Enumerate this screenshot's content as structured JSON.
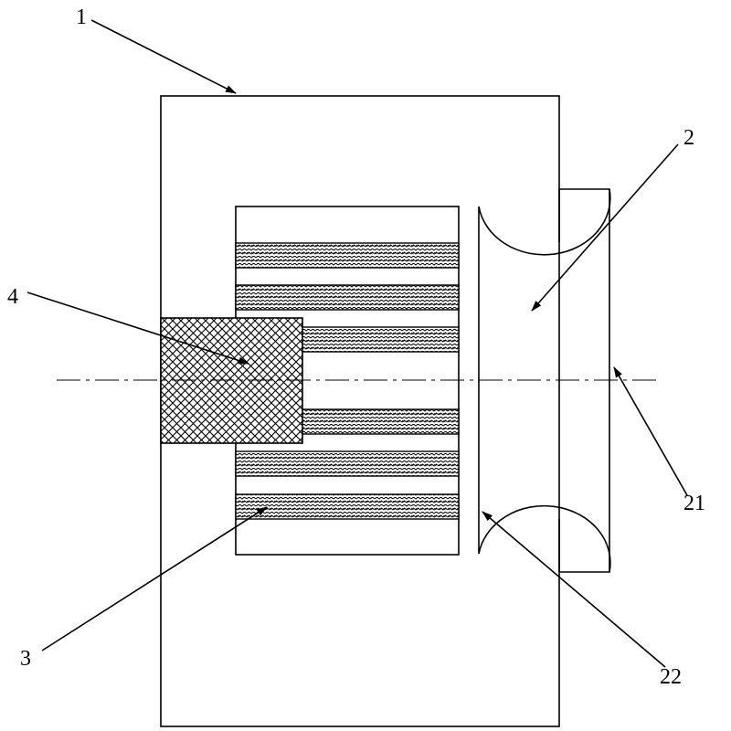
{
  "figure": {
    "labels": {
      "body": "1",
      "end_piece": "2",
      "flat_face": "21",
      "concave_face": "22",
      "layer_stack": "3",
      "insert_block": "4"
    }
  },
  "colors": {
    "line": "#000000",
    "background": "#ffffff",
    "hatch": "#000000"
  }
}
